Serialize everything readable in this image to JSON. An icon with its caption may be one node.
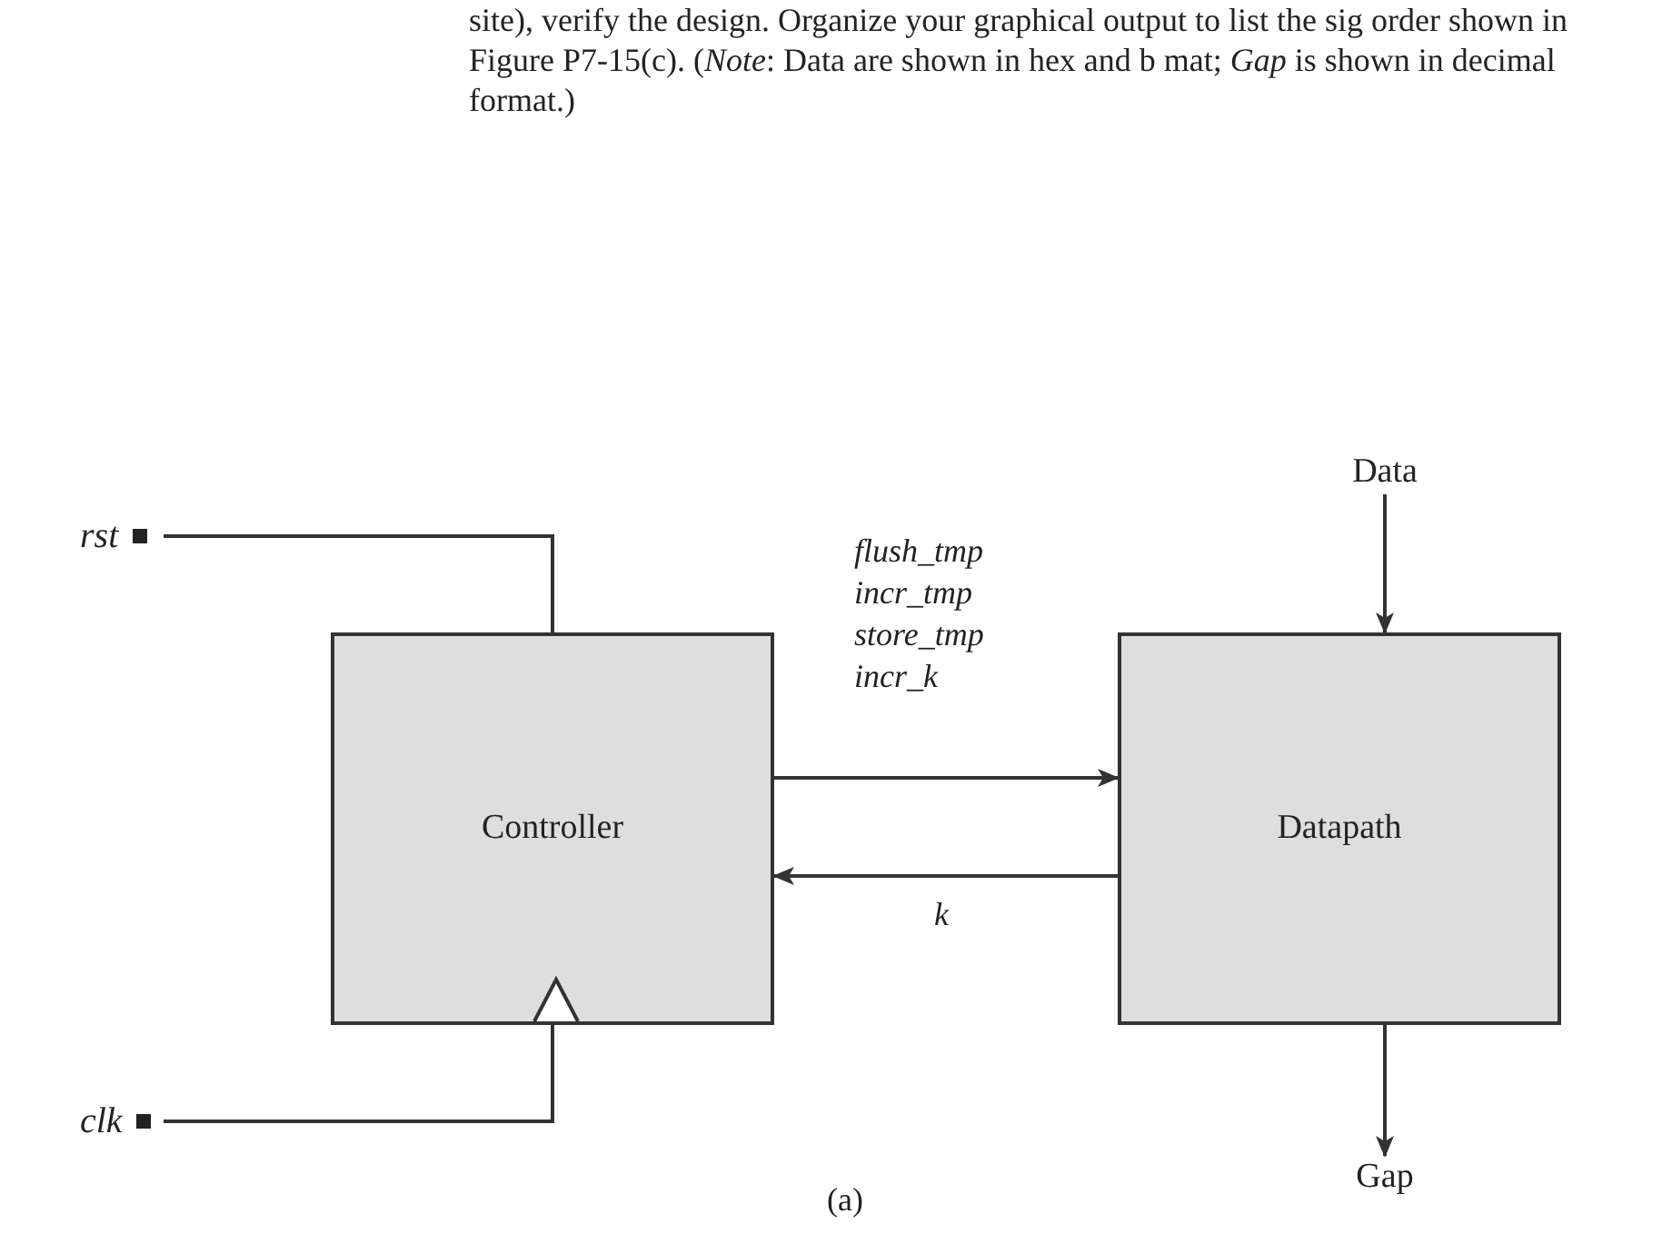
{
  "diagram": {
    "caption": "(a)",
    "nodes": [
      {
        "text": [
          "Controller"
        ]
      },
      {
        "text": [
          "Datapath"
        ]
      },
      {
        "text": [
          "rst"
        ]
      },
      {
        "text": [
          "clk"
        ]
      },
      {
        "text": [
          "Data"
        ]
      },
      {
        "text": [
          "Gap"
        ]
      }
    ],
    "edges": [
      {
        "from": 2,
        "to": 0,
        "arrow": "none"
      },
      {
        "from": 3,
        "to": 0,
        "arrow": "none"
      },
      {
        "from": 0,
        "to": 1,
        "arrow": "to",
        "label": "flush_tmp incr_tmp store_tmp incr_k"
      },
      {
        "from": 1,
        "to": 0,
        "arrow": "to",
        "label": "k"
      },
      {
        "from": 4,
        "to": 1,
        "arrow": "to"
      },
      {
        "from": 1,
        "to": 5,
        "arrow": "to"
      }
    ],
    "labels": [
      "site), verify the design. Organize your graphical output to list the sig order shown in Figure P7-15(c). (*Note*: Data are shown in hex and b mat; *Gap* is shown in decimal format.)"
    ]
  }
}
